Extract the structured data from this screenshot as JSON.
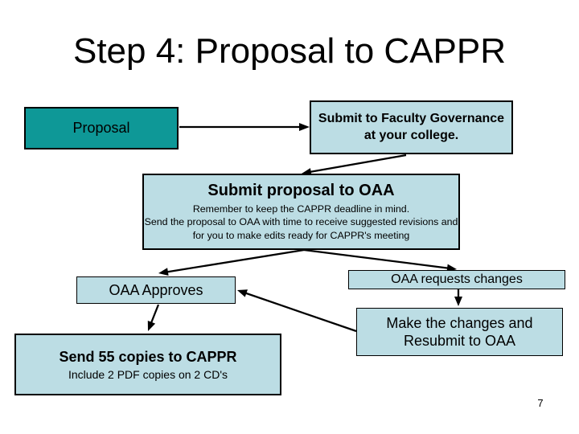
{
  "slide": {
    "title": "Step 4: Proposal to CAPPR",
    "page_number": "7",
    "colors": {
      "teal_fill": "#0e9897",
      "light_blue_fill": "#bcdde4",
      "border": "#000000",
      "background": "#ffffff",
      "text": "#000000"
    },
    "boxes": {
      "proposal": {
        "label": "Proposal"
      },
      "faculty_governance": {
        "line1": "Submit to Faculty Governance",
        "line2": "at your college."
      },
      "submit_oaa": {
        "title": "Submit proposal to OAA",
        "line1": "Remember to keep the CAPPR deadline in mind.",
        "line2": "Send the proposal to OAA with time to receive suggested revisions and",
        "line3": "for you to make edits ready for CAPPR's meeting"
      },
      "oaa_approves": {
        "label": "OAA Approves"
      },
      "oaa_requests": {
        "label": "OAA requests changes"
      },
      "make_changes": {
        "line1": "Make the changes and",
        "line2": "Resubmit to OAA"
      },
      "send_copies": {
        "title": "Send 55 copies to CAPPR",
        "subtitle": "Include 2 PDF copies on 2 CD's"
      }
    }
  }
}
